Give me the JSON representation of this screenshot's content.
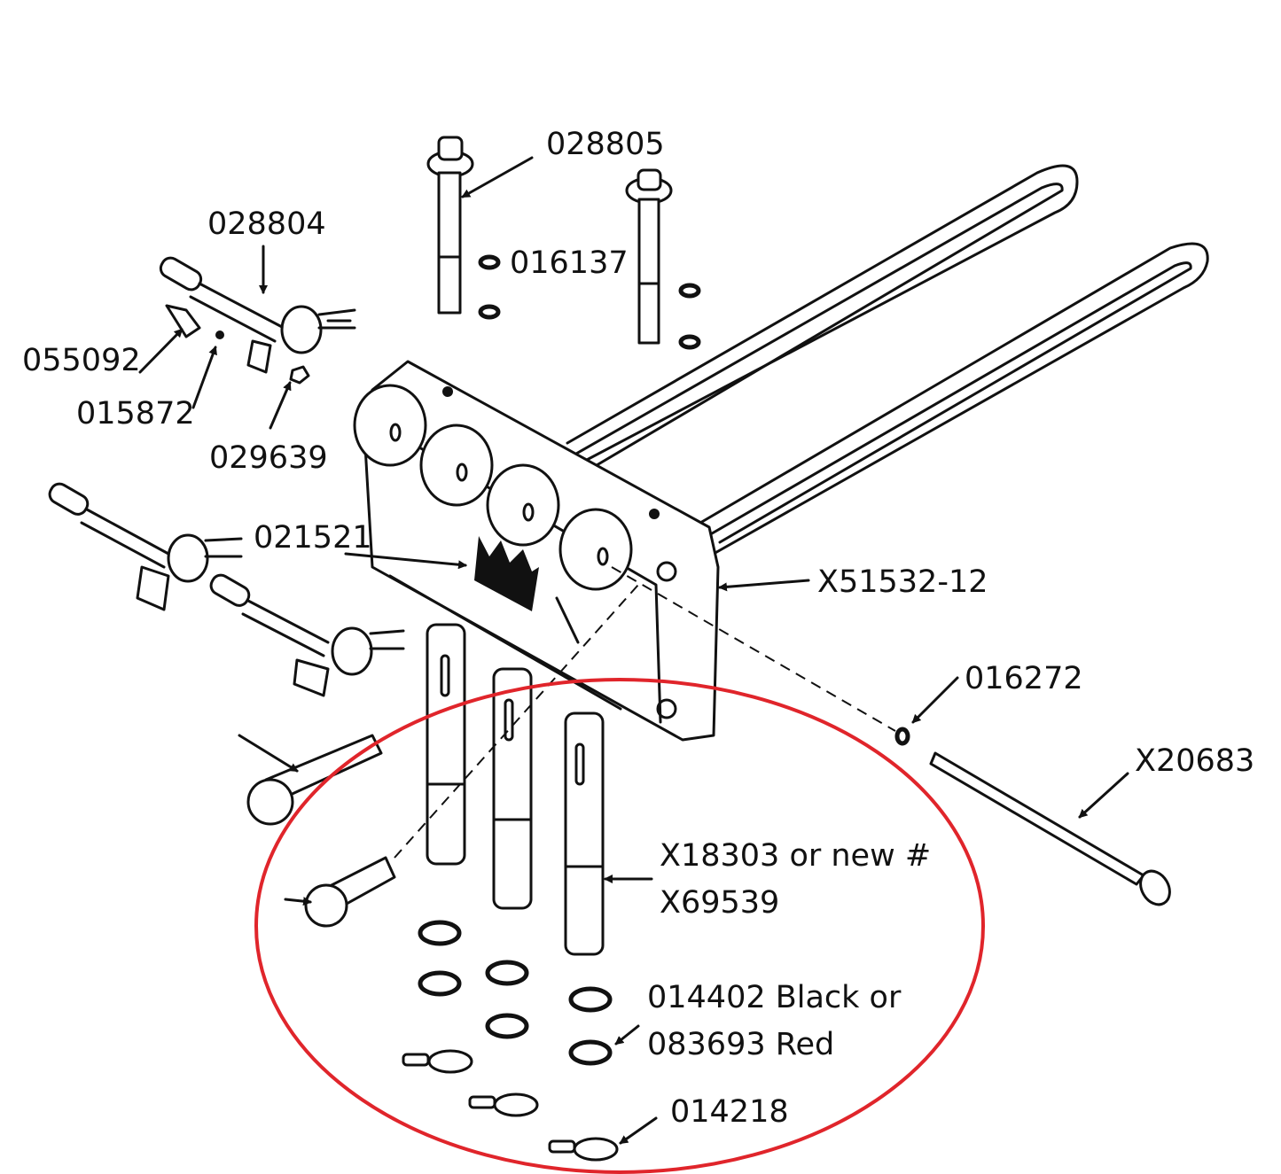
{
  "diagram": {
    "labels": {
      "p028805": "028805",
      "p028804": "028804",
      "p016137": "016137",
      "p055092": "055092",
      "p015872": "015872",
      "p029639": "029639",
      "p021521": "021521",
      "pX51532": "X51532-12",
      "p016272": "016272",
      "pX20683": "X20683",
      "pX18303_line1": "X18303 or new #",
      "pX18303_line2": "X69539",
      "p014402_line1": "014402 Black or",
      "p014402_line2": "083693 Red",
      "p014218": "014218"
    },
    "highlight_color": "#e0252b"
  }
}
